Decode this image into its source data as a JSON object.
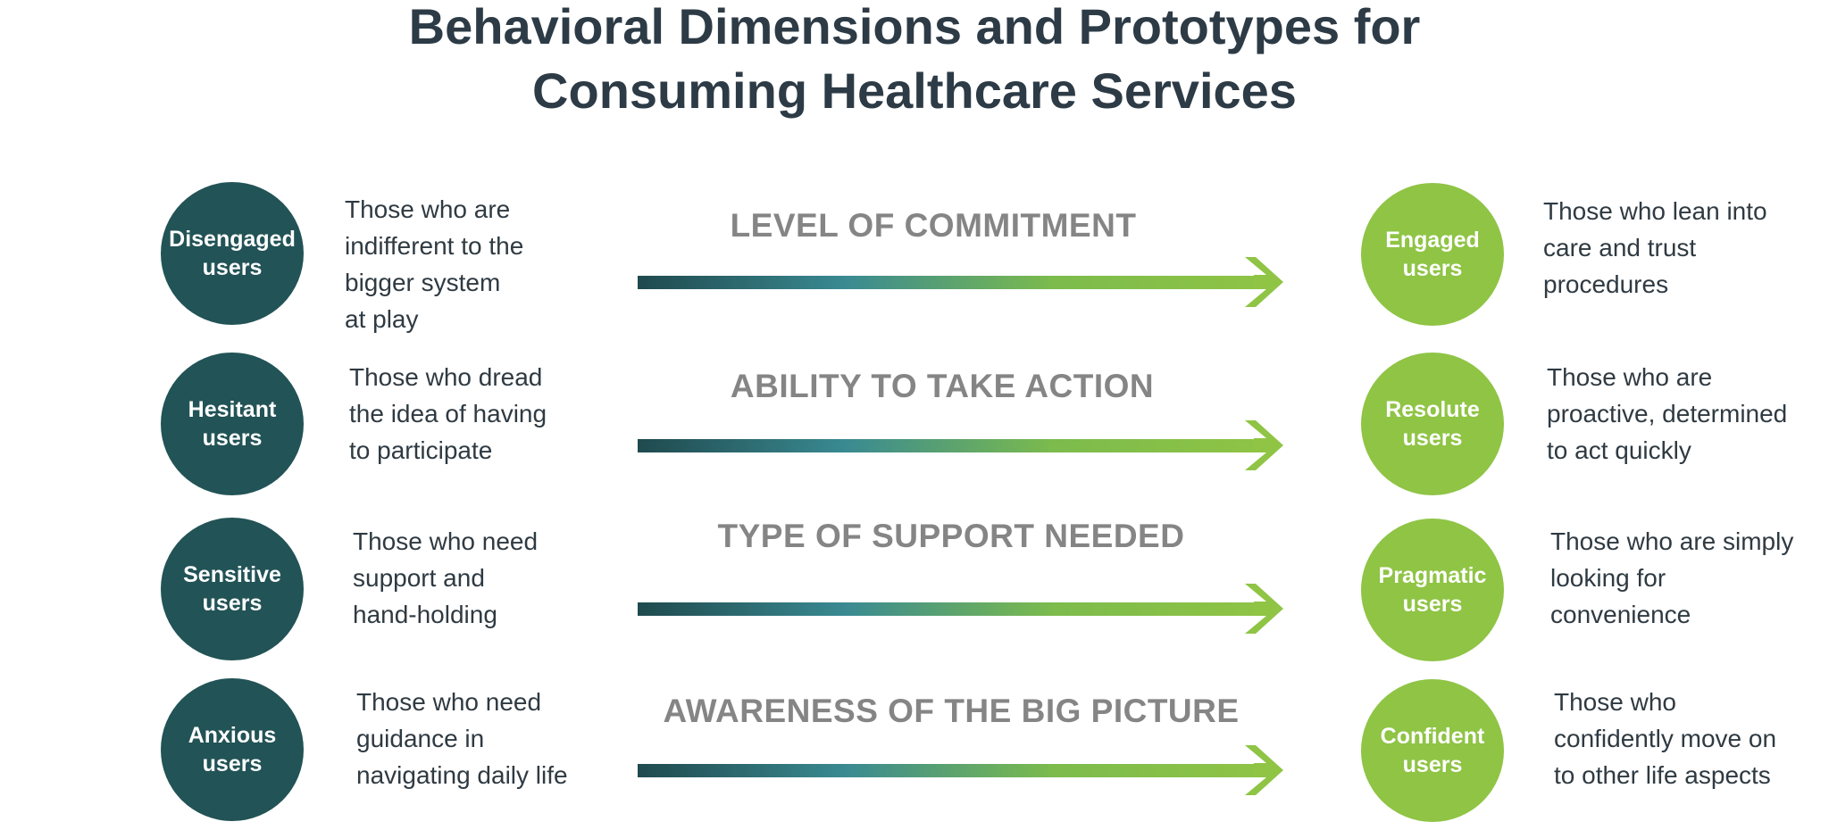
{
  "title": {
    "line1": "Behavioral Dimensions and Prototypes for",
    "line2": "Consuming Healthcare Services"
  },
  "colors": {
    "title": "#2d3b46",
    "left_circle": "#225356",
    "right_circle": "#8fc445",
    "dimension_label": "#858585",
    "description_text": "#2f3a42",
    "arrow_gradient": [
      "#1f4a4e",
      "#3a8a92",
      "#7cbb4c",
      "#8fc445"
    ]
  },
  "rows": [
    {
      "dimension": "LEVEL OF COMMITMENT",
      "left": {
        "label_line1": "Disengaged",
        "label_line2": "users",
        "desc": [
          "Those who are",
          "indifferent to the",
          "bigger system",
          "at play"
        ]
      },
      "right": {
        "label_line1": "Engaged",
        "label_line2": "users",
        "desc": [
          "Those who lean into",
          "care and trust",
          "procedures"
        ]
      }
    },
    {
      "dimension": "ABILITY TO TAKE ACTION",
      "left": {
        "label_line1": "Hesitant",
        "label_line2": "users",
        "desc": [
          "Those who dread",
          "the idea of having",
          "to participate"
        ]
      },
      "right": {
        "label_line1": "Resolute",
        "label_line2": "users",
        "desc": [
          "Those who are",
          "proactive, determined",
          "to act quickly"
        ]
      }
    },
    {
      "dimension": "TYPE OF SUPPORT NEEDED",
      "left": {
        "label_line1": "Sensitive",
        "label_line2": "users",
        "desc": [
          "Those who need",
          "support and",
          "hand-holding"
        ]
      },
      "right": {
        "label_line1": "Pragmatic",
        "label_line2": "users",
        "desc": [
          "Those who are simply",
          "looking for",
          "convenience"
        ]
      }
    },
    {
      "dimension": "AWARENESS OF THE BIG PICTURE",
      "left": {
        "label_line1": "Anxious",
        "label_line2": "users",
        "desc": [
          "Those who need",
          "guidance in",
          "navigating daily life"
        ]
      },
      "right": {
        "label_line1": "Confident",
        "label_line2": "users",
        "desc": [
          "Those who",
          "confidently move on",
          "to other life aspects"
        ]
      }
    }
  ]
}
